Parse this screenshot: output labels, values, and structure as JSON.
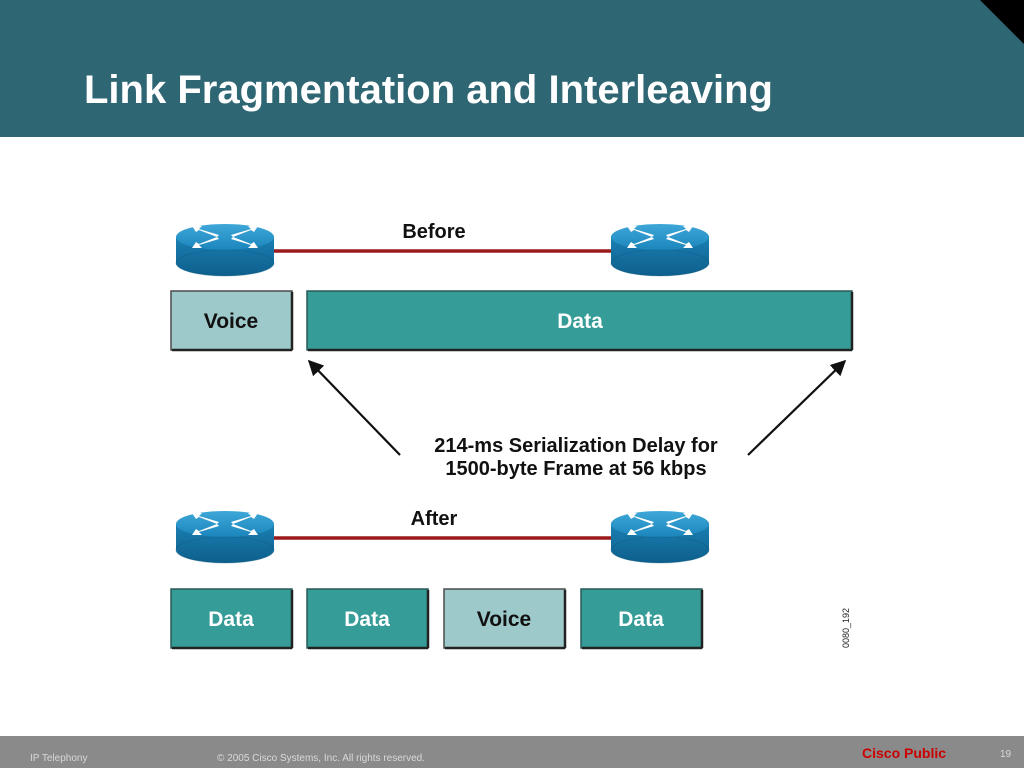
{
  "slide": {
    "title": "Link Fragmentation and Interleaving"
  },
  "diagram": {
    "before": {
      "label": "Before",
      "routers": [
        "router-icon",
        "router-icon"
      ],
      "frames": [
        {
          "kind": "voice",
          "label": "Voice"
        },
        {
          "kind": "data",
          "label": "Data"
        }
      ]
    },
    "delay_caption": {
      "line1": "214-ms Serialization Delay for",
      "line2": "1500-byte Frame at 56 kbps"
    },
    "after": {
      "label": "After",
      "routers": [
        "router-icon",
        "router-icon"
      ],
      "frames": [
        {
          "kind": "data",
          "label": "Data"
        },
        {
          "kind": "data",
          "label": "Data"
        },
        {
          "kind": "voice",
          "label": "Voice"
        },
        {
          "kind": "data",
          "label": "Data"
        }
      ]
    },
    "figure_code": "0080_192"
  },
  "footer": {
    "section": "IP Telephony",
    "copyright": "© 2005 Cisco Systems, Inc. All rights reserved.",
    "classification": "Cisco Public",
    "page": "19"
  },
  "colors": {
    "title_bar": "#2f6673",
    "data_fill": "#359c98",
    "voice_fill": "#9ec9cb",
    "link_line": "#9b1b1b",
    "router_blue": "#1b7fb3",
    "footer_bar": "#8a8a8a",
    "classification": "#cc0000"
  }
}
